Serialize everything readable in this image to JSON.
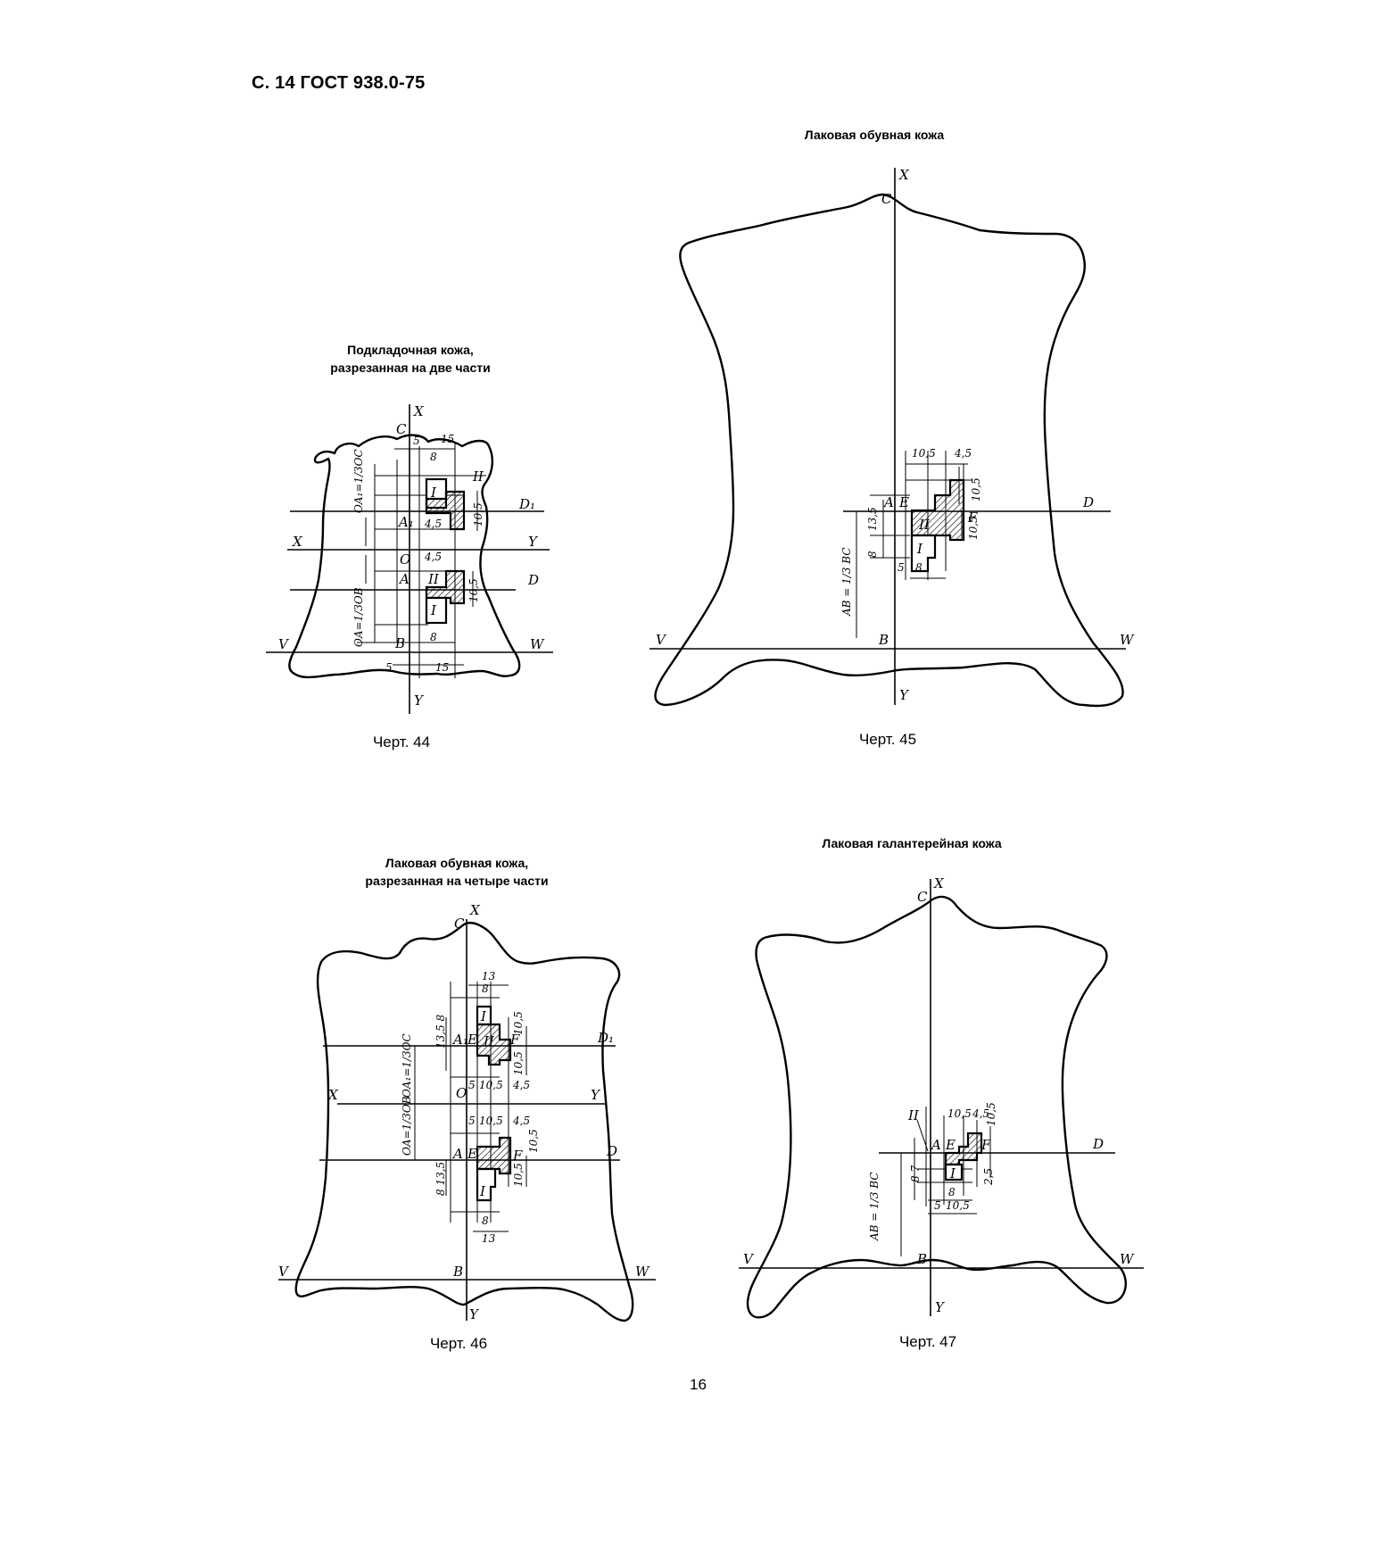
{
  "page": {
    "header": "С. 14 ГОСТ 938.0-75",
    "page_number": "16"
  },
  "figures": [
    {
      "title_lines": [
        "Подкладочная кожа,",
        "разрезанная на две части"
      ],
      "caption": "Черт. 44",
      "labels": [
        "X",
        "Y",
        "C",
        "V",
        "W",
        "D",
        "D1",
        "A",
        "A1",
        "O",
        "B",
        "I",
        "II"
      ],
      "dimensions": [
        "5",
        "15",
        "8",
        "4,5",
        "10,5",
        "OA1=1/3OC",
        "OA=1/3OB"
      ]
    },
    {
      "title_lines": [
        "Лаковая обувная кожа"
      ],
      "caption": "Черт. 45",
      "labels": [
        "X",
        "Y",
        "C",
        "V",
        "W",
        "D",
        "A",
        "B",
        "E",
        "F",
        "I",
        "II"
      ],
      "dimensions": [
        "10,5",
        "4,5",
        "13,5",
        "8",
        "5",
        "AB = 1/3 BC"
      ]
    },
    {
      "title_lines": [
        "Лаковая обувная кожа,",
        "разрезанная на четыре части"
      ],
      "caption": "Черт. 46",
      "labels": [
        "X",
        "Y",
        "C",
        "V",
        "W",
        "D",
        "D1",
        "A",
        "A1",
        "E",
        "F",
        "O",
        "B",
        "I",
        "II"
      ],
      "dimensions": [
        "13",
        "8",
        "13,5",
        "10,5",
        "5",
        "4,5",
        "OA1=1/3OC",
        "OA=1/3OB"
      ]
    },
    {
      "title_lines": [
        "Лаковая галантерейная кожа"
      ],
      "caption": "Черт. 47",
      "labels": [
        "X",
        "Y",
        "C",
        "V",
        "W",
        "D",
        "A",
        "B",
        "E",
        "F",
        "I",
        "II"
      ],
      "dimensions": [
        "10,5",
        "4,5",
        "8",
        "7",
        "2,5",
        "5",
        "AB = 1/3 BC"
      ]
    }
  ]
}
